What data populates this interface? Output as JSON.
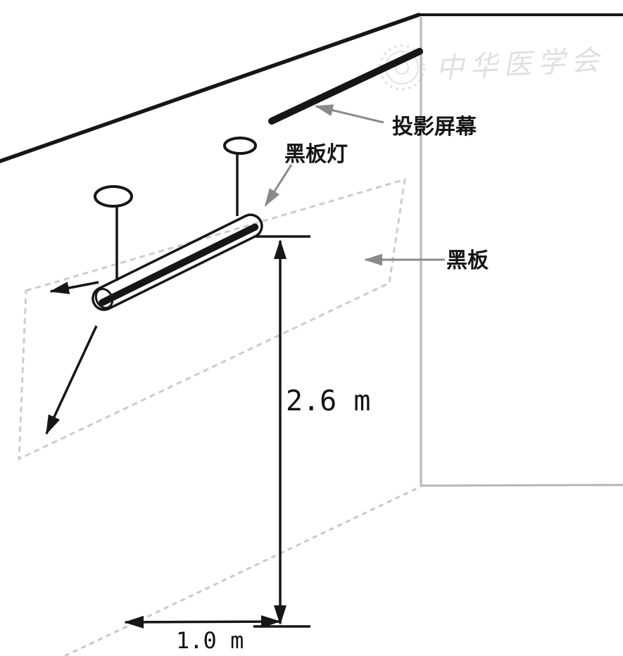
{
  "colors": {
    "paper": "#ffffff",
    "ink": "#161616",
    "leader": "#8a8a8a",
    "board": "#cccccc",
    "wall": "#b6b6b6",
    "floor": "#c9c9c9",
    "watermark": "#e0e0e0"
  },
  "diagram": {
    "labels": {
      "projection_screen": "投影屏幕",
      "blackboard_light": "黑板灯",
      "blackboard": "黑板"
    },
    "dimensions": {
      "mounting_height": "2.6 m",
      "wall_distance": "1.0 m"
    },
    "watermark_text": "中华医学会"
  }
}
